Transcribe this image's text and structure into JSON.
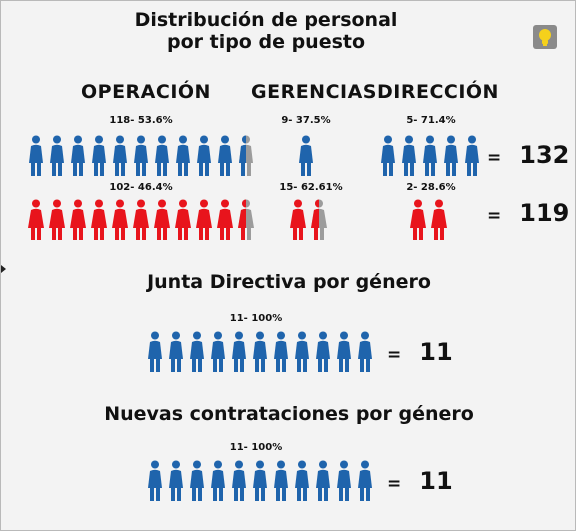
{
  "title_line1": "Distribución de personal",
  "title_line2": "por tipo de puesto",
  "colors": {
    "male": "#1f64ac",
    "female": "#e8141c",
    "partial": "#9c9c9c"
  },
  "icons": {
    "hint": "lightbulb-icon",
    "person": "person-icon"
  },
  "chart_data": [
    {
      "type": "pictogram",
      "title": "Distribución de personal por tipo de puesto",
      "categories": [
        "OPERACIÓN",
        "GERENCIAS",
        "DIRECCIÓN"
      ],
      "series": [
        {
          "color": "#1f64ac",
          "totals": 132,
          "labels": [
            "118- 53.6%",
            "9- 37.5%",
            "5- 71.4%"
          ],
          "icon_counts": [
            10.5,
            1,
            5
          ]
        },
        {
          "color": "#e8141c",
          "totals": 119,
          "labels": [
            "102- 46.4%",
            "15- 62.61%",
            "2- 28.6%"
          ],
          "icon_counts": [
            10.5,
            1.5,
            2
          ]
        }
      ]
    },
    {
      "type": "pictogram",
      "title": "Junta Directiva por género",
      "label": "11- 100%",
      "icon_count": 11,
      "total": 11,
      "color": "#1f64ac"
    },
    {
      "type": "pictogram",
      "title": "Nuevas contrataciones por género",
      "label": "11- 100%",
      "icon_count": 11,
      "total": 11,
      "color": "#1f64ac"
    }
  ],
  "totals": {
    "male": "132",
    "female": "119",
    "junta": "11",
    "nuevas": "11"
  },
  "equals": "="
}
